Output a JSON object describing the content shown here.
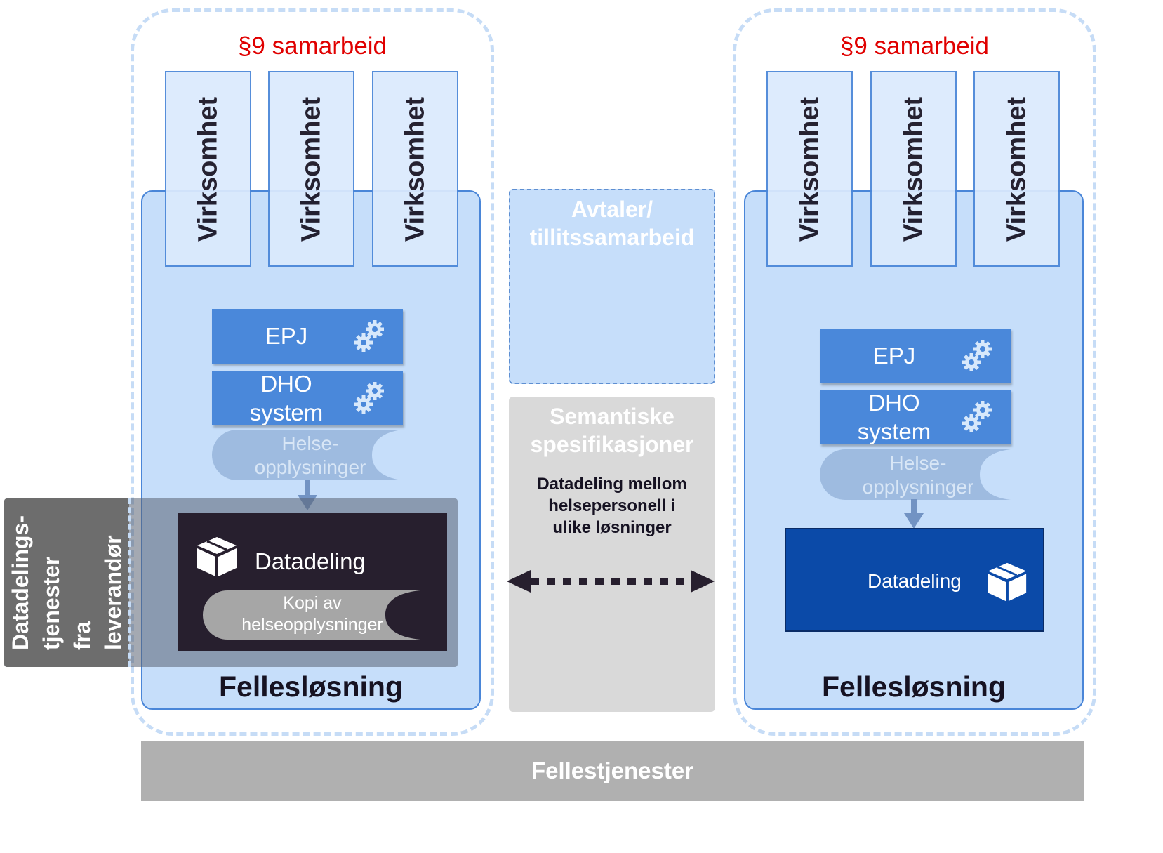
{
  "left_group": {
    "title": "§9 samarbeid",
    "orgs": [
      "Virksomhet",
      "Virksomhet",
      "Virksomhet"
    ],
    "epj": "EPJ",
    "dho_line1": "DHO",
    "dho_line2": "system",
    "doc_line1": "Helse-",
    "doc_line2": "opplysninger",
    "datadeling": "Datadeling",
    "copy_line1": "Kopi av",
    "copy_line2": "helseopplysninger",
    "footer": "Fellesløsning"
  },
  "right_group": {
    "title": "§9 samarbeid",
    "orgs": [
      "Virksomhet",
      "Virksomhet",
      "Virksomhet"
    ],
    "epj": "EPJ",
    "dho_line1": "DHO",
    "dho_line2": "system",
    "doc_line1": "Helse-",
    "doc_line2": "opplysninger",
    "datadeling": "Datadeling",
    "footer": "Fellesløsning"
  },
  "vendor_tab": {
    "lines": [
      "Datadelings-",
      "tjenester",
      "fra",
      "leverandør"
    ]
  },
  "agreements": {
    "line1": "Avtaler/",
    "line2": "tillitssamarbeid"
  },
  "semantics": {
    "title_line1": "Semantiske",
    "title_line2": "spesifikasjoner",
    "body_lines": [
      "Datadeling mellom",
      "helsepersonell i",
      "ulike løsninger"
    ]
  },
  "shared_services": "Fellestjenester",
  "colors": {
    "title_red": "#e00000",
    "panel_blue": "#c6defa",
    "system_blue": "#4a88da",
    "dark_box": "#271f2e",
    "navy_box": "#0b4aa8",
    "grey_bar": "#b0b0b0",
    "vendor_grey": "#6d6d6d"
  }
}
